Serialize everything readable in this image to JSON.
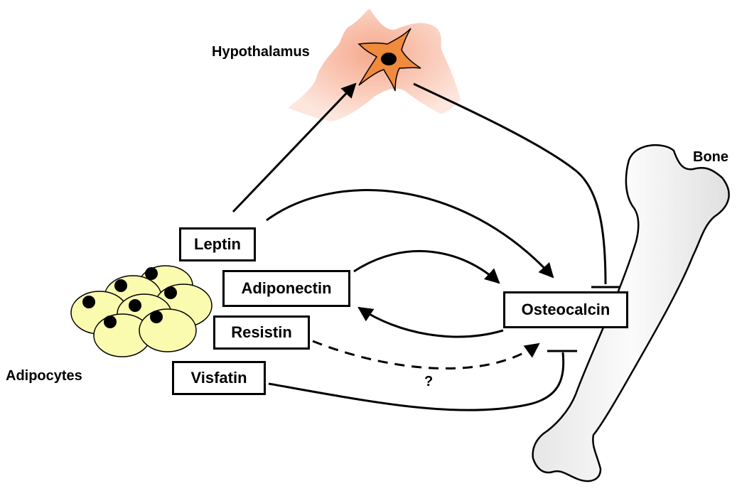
{
  "labels": {
    "hypothalamus": "Hypothalamus",
    "bone": "Bone",
    "adipocytes": "Adipocytes"
  },
  "factors": {
    "leptin": "Leptin",
    "adiponectin": "Adiponectin",
    "resistin": "Resistin",
    "visfatin": "Visfatin",
    "osteocalcin": "Osteocalcin"
  },
  "uncertain_mark": "?",
  "colors": {
    "hypothalamus_fill": "#f7b9a3",
    "neuron_fill": "#f08a3c",
    "adipocyte_fill": "#fbfbb0",
    "bone_fill": "#f0f0f0",
    "line": "#000000"
  }
}
